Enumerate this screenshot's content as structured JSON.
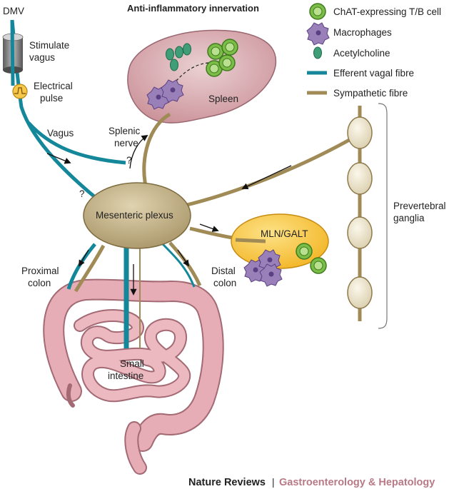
{
  "title": "Anti-inflammatory innervation",
  "labels": {
    "dmv": "DMV",
    "stimulate_vagus_line1": "Stimulate",
    "stimulate_vagus_line2": "vagus",
    "electrical_pulse_line1": "Electrical",
    "electrical_pulse_line2": "pulse",
    "vagus": "Vagus",
    "splenic_nerve_line1": "Splenic",
    "splenic_nerve_line2": "nerve",
    "spleen": "Spleen",
    "mesenteric_plexus": "Mesenteric plexus",
    "mln_galt": "MLN/GALT",
    "prevertebral_ganglia_line1": "Prevertebral",
    "prevertebral_ganglia_line2": "ganglia",
    "proximal_colon_line1": "Proximal",
    "proximal_colon_line2": "colon",
    "distal_colon_line1": "Distal",
    "distal_colon_line2": "colon",
    "small_intestine_line1": "Small",
    "small_intestine_line2": "intestine",
    "question_mark": "?"
  },
  "legend": [
    {
      "name": "chat-cell",
      "label": "ChAT-expressing T/B cell"
    },
    {
      "name": "macrophage",
      "label": "Macrophages"
    },
    {
      "name": "acetylcholine",
      "label": "Acetylcholine"
    },
    {
      "name": "vagal-fibre",
      "label": "Efferent vagal fibre"
    },
    {
      "name": "sympathetic-fibre",
      "label": "Sympathetic fibre"
    }
  ],
  "footer": {
    "publisher": "Nature Reviews",
    "separator": "|",
    "journal": "Gastroenterology & Hepatology"
  },
  "colors": {
    "vagal": "#14879a",
    "sympathetic": "#a08a55",
    "plexus": "#c4b38c",
    "spleen": "#d6a8ad",
    "intestine": "#e2a9b2",
    "mln": "#f7c640",
    "chat_cell": "#7cbd48",
    "macrophage": "#9a80b8",
    "acetylcholine": "#2f8f6b",
    "ganglion": "#ede4cc",
    "journal_accent": "#b77a86"
  }
}
